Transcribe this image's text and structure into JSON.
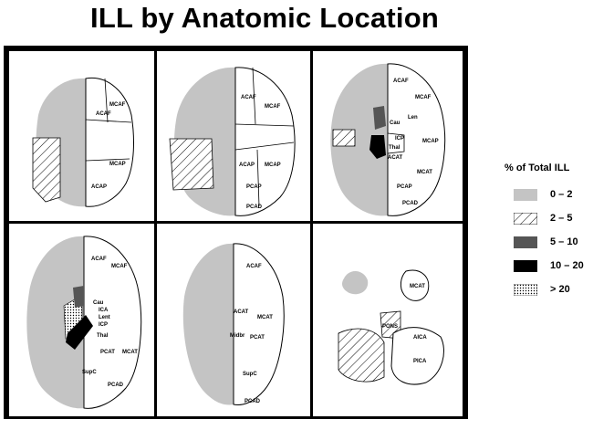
{
  "title": "ILL by Anatomic Location",
  "legend": {
    "title": "% of Total ILL",
    "items": [
      {
        "label": "0 – 2",
        "pattern": "light-gray-stipple"
      },
      {
        "label": "2 – 5",
        "pattern": "diagonal-hatch"
      },
      {
        "label": "5 – 10",
        "pattern": "dark-gray"
      },
      {
        "label": "10 – 20",
        "pattern": "solid-black"
      },
      {
        "label": "> 20",
        "pattern": "fine-dot-stipple"
      }
    ]
  },
  "colors": {
    "gray": "#c4c4c4",
    "dark": "#555555",
    "black": "#000000",
    "white": "#ffffff"
  },
  "panels": [
    {
      "labels": {
        "acaf": "ACAF",
        "mcaf": "MCAF",
        "mcap": "MCAP",
        "acap": "ACAP"
      }
    },
    {
      "labels": {
        "acaf": "ACAF",
        "mcaf": "MCAF",
        "acap": "ACAP",
        "mcap": "MCAP",
        "pcap": "PCAP",
        "pcad": "PCAD"
      }
    },
    {
      "labels": {
        "acaf": "ACAF",
        "mcaf": "MCAF",
        "len": "Len",
        "cau": "Cau",
        "icp": "ICP",
        "thal": "Thal",
        "mcap": "MCAP",
        "acat": "ACAT",
        "mcat": "MCAT",
        "pcap": "PCAP",
        "pcad": "PCAD"
      }
    },
    {
      "labels": {
        "acaf": "ACAF",
        "mcaf": "MCAF",
        "cau": "Cau",
        "ica": "ICA",
        "lent": "Lent",
        "icp": "ICP",
        "thal": "Thal",
        "pcat": "PCAT",
        "mcat": "MCAT",
        "supc": "SupC",
        "pcad": "PCAD"
      }
    },
    {
      "labels": {
        "acaf": "ACAF",
        "acat": "ACAT",
        "mcat": "MCAT",
        "midbr": "Midbr",
        "pcat": "PCAT",
        "supc": "SupC",
        "pcad": "PCAD"
      }
    },
    {
      "labels": {
        "mcat": "MCAT",
        "pons": "PONS",
        "aica": "AICA",
        "pica": "PICA"
      }
    }
  ]
}
